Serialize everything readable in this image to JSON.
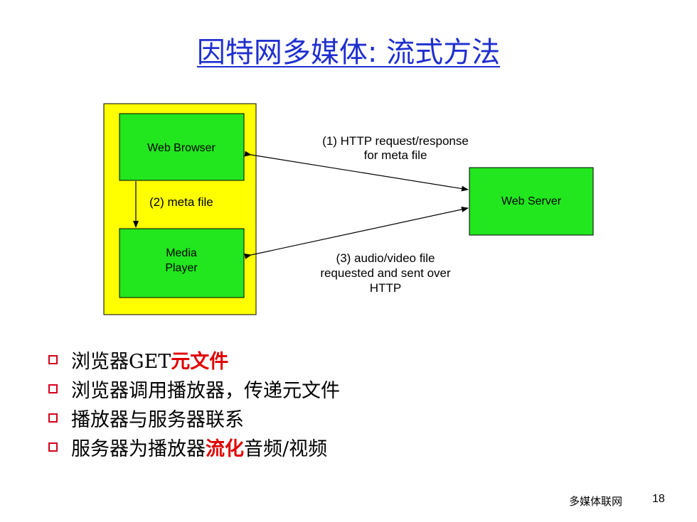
{
  "slide": {
    "title": "因特网多媒体: 流式方法"
  },
  "diagram": {
    "web_browser": "Web Browser",
    "media_player_line1": "Media",
    "media_player_line2": "Player",
    "web_server": "Web Server",
    "label_http_line1": "(1) HTTP request/response",
    "label_http_line2": "for meta file",
    "label_meta": "(2)  meta file",
    "label_av_line1": "(3) audio/video file",
    "label_av_line2": "requested and sent over",
    "label_av_line3": "HTTP",
    "colors": {
      "container": "#ffff00",
      "box": "#22e61e"
    }
  },
  "bullets": [
    {
      "plain": "浏览器GET",
      "highlight": "元文件",
      "after": ""
    },
    {
      "plain": "浏览器调用播放器，传递元文件",
      "highlight": "",
      "after": ""
    },
    {
      "plain": "播放器与服务器联系",
      "highlight": "",
      "after": ""
    },
    {
      "plain": "服务器为播放器",
      "highlight": "流化",
      "after": "音频/视频"
    }
  ],
  "footer": {
    "course": "多媒体联网",
    "page_number": "18"
  },
  "colors": {
    "title": "#1f2fd0",
    "highlight": "#e00000",
    "bullet_marker": "#d8001c"
  }
}
